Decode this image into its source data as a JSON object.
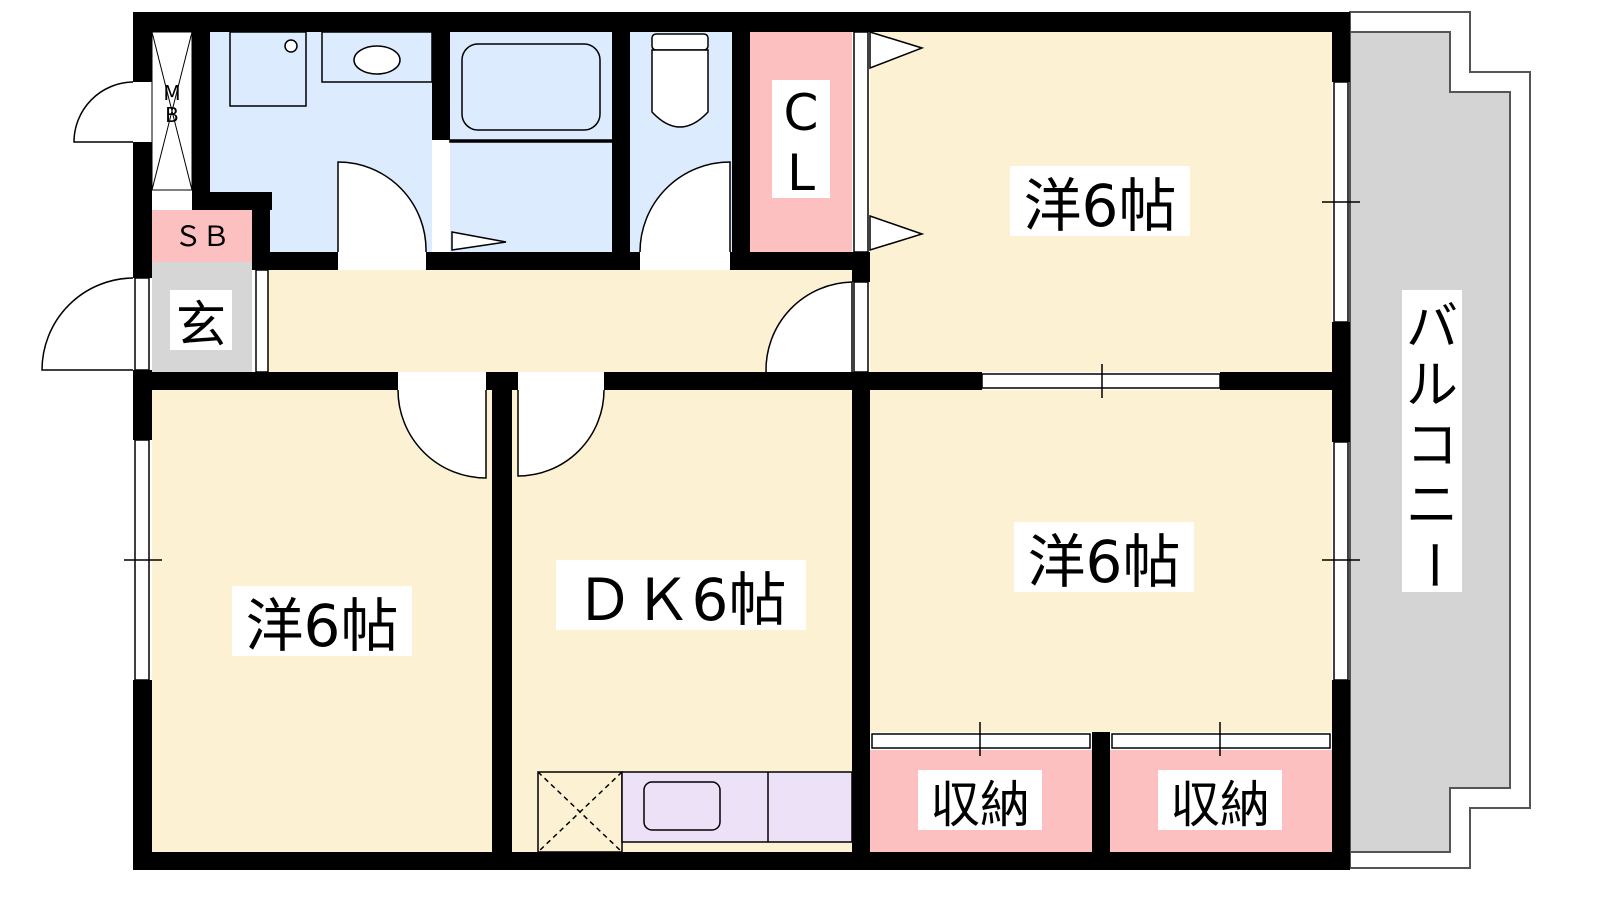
{
  "rooms": {
    "western_top_right": "洋6帖",
    "western_bottom_right": "洋6帖",
    "western_left": "洋6帖",
    "dining_kitchen": "ＤＫ6帖",
    "storage_1": "収納",
    "storage_2": "収納",
    "closet": [
      "C",
      "L"
    ],
    "shoe_box": "ＳＢ",
    "meter_box": [
      "M",
      "B"
    ],
    "entrance": "玄",
    "balcony": [
      "バ",
      "ル",
      "コ",
      "ニ",
      "ー"
    ]
  },
  "colors": {
    "floor": "#fdf1d4",
    "wet_area": "#dcebfd",
    "storage": "#fcc0c0",
    "entrance": "#d6d6d6",
    "balcony": "#d4d4d4",
    "kitchen": "#ede1f7",
    "wall": "#000000"
  }
}
